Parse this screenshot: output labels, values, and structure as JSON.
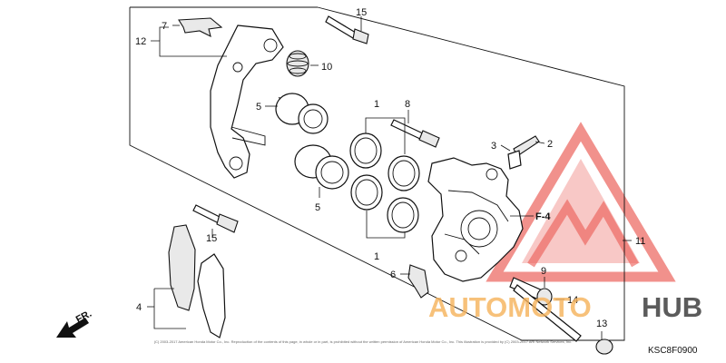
{
  "diagram": {
    "callouts": {
      "c1_top": "1",
      "c1_bottom": "1",
      "c2": "2",
      "c3": "3",
      "c4": "4",
      "c5_upper": "5",
      "c5_lower": "5",
      "c6": "6",
      "c7": "7",
      "c8": "8",
      "c9": "9",
      "c10": "10",
      "c11": "11",
      "c12": "12",
      "c13": "13",
      "c14": "14",
      "c15_top": "15",
      "c15_bottom": "15"
    },
    "direction_label": "FR.",
    "reference_label": "F-4",
    "diagram_code": "KSC8F0900",
    "copyright": "(C) 2003-2017 American Honda Motor Co., Inc. Reproduction of the contents of this page, in whole or in part, is prohibited without the written permission of American Honda Motor Co., Inc. This illustration is provided by (C) 2003-2017 ARI Network Services, Inc."
  },
  "watermark": {
    "text_left": "AUTOMOTO",
    "text_right": "HUB",
    "color_primary": "#e8473f",
    "color_secondary": "#f6b25a",
    "color_dark": "#333333"
  }
}
